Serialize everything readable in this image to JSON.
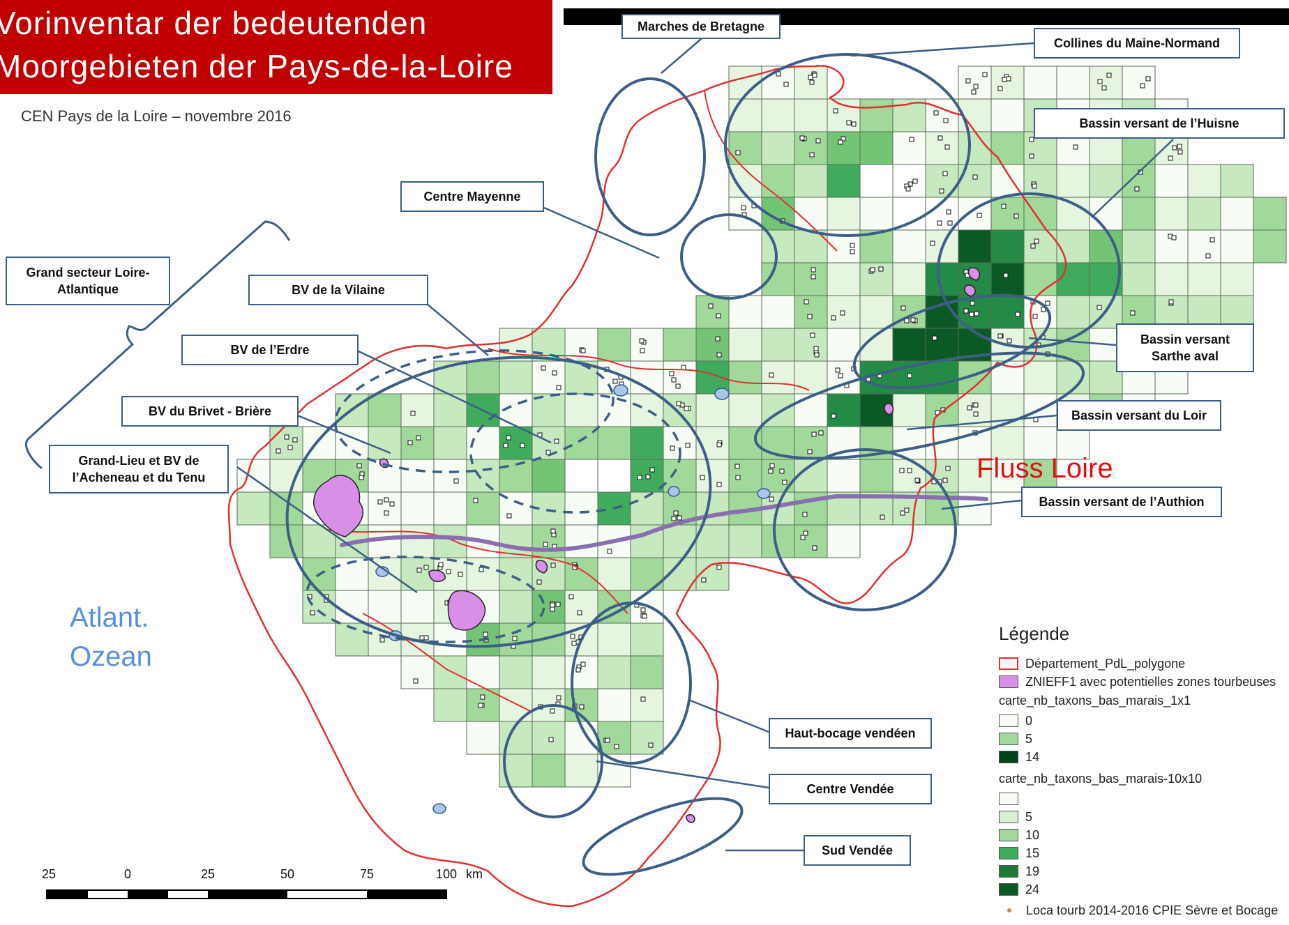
{
  "title": {
    "line1": "Vorinventar der bedeutenden",
    "line2": "Moorgebieten der Pays-de-la-Loire"
  },
  "subtitle": "CEN Pays de la Loire – novembre 2016",
  "regions": {
    "marches_bretagne": "Marches de Bretagne",
    "collines_maine": "Collines du Maine-Normand",
    "huisne": "Bassin versant de l’Huisne",
    "centre_mayenne": "Centre Mayenne",
    "grand_secteur": "Grand secteur Loire-Atlantique",
    "vilaine": "BV de la Vilaine",
    "erdre": "BV de l’Erdre",
    "brivet": "BV du Brivet - Brière",
    "grand_lieu": "Grand-Lieu et BV de l’Acheneau et du Tenu",
    "sarthe": "Bassin versant Sarthe aval",
    "loir": "Bassin versant du Loir",
    "authion": "Bassin versant  de l’Authion",
    "haut_bocage": "Haut-bocage vendéen",
    "centre_vendee": "Centre Vendée",
    "sud_vendee": "Sud Vendée"
  },
  "map_labels": {
    "ocean_line1": "Atlant.",
    "ocean_line2": "Ozean",
    "river": "Fluss Loire"
  },
  "legend": {
    "title": "Légende",
    "departement": "Département_PdL_polygone",
    "znieff": "ZNIEFF1 avec potentielles zones tourbeuses",
    "grid1_title": "carte_nb_taxons_bas_marais_1x1",
    "grid1": [
      {
        "label": "0",
        "color": "#f7fcf5"
      },
      {
        "label": "5",
        "color": "#a1d99b"
      },
      {
        "label": "14",
        "color": "#00441b"
      }
    ],
    "grid10_title": "carte_nb_taxons_bas_marais-10x10",
    "grid10": [
      {
        "label": "",
        "color": "#f7fcf5"
      },
      {
        "label": "5",
        "color": "#d8f0d2"
      },
      {
        "label": "10",
        "color": "#a1d99b"
      },
      {
        "label": "15",
        "color": "#41ab5d"
      },
      {
        "label": "19",
        "color": "#1f7a3a"
      },
      {
        "label": "24",
        "color": "#0b5a26"
      }
    ],
    "loca": "Loca tourb 2014-2016 CPIE Sèvre et Bocage"
  },
  "scale": {
    "ticks": [
      "25",
      "0",
      "25",
      "50",
      "75",
      "100"
    ],
    "unit": "km"
  },
  "colors": {
    "title_bg": "#c00000",
    "ellipse": "#3d5f86",
    "department": "#e03030",
    "znieff": "#d98ee8",
    "river": "#8a6fb0",
    "grid_line": "#5a6a5a"
  }
}
